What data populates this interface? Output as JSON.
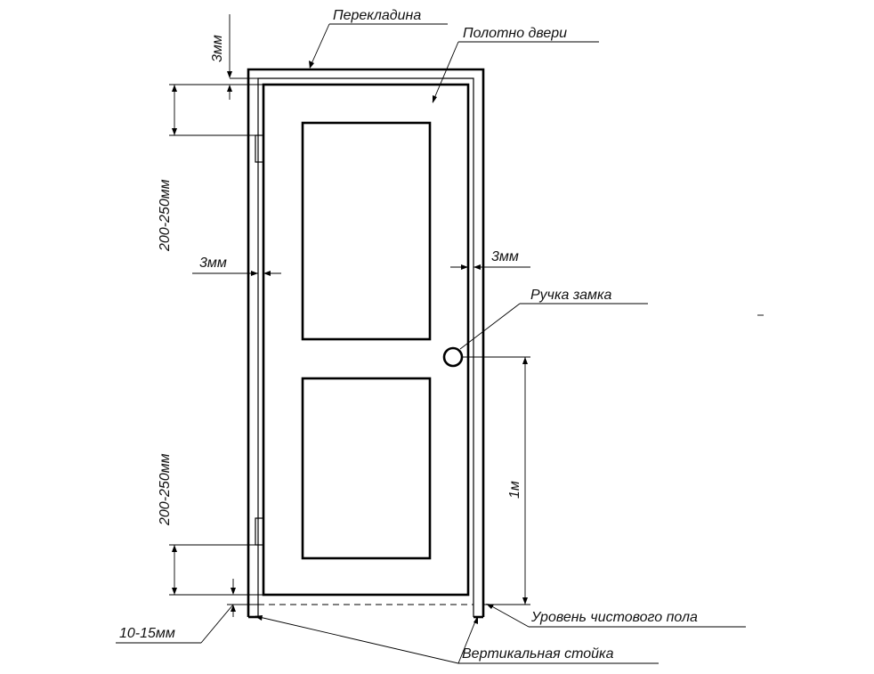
{
  "labels": {
    "perekladina": "Перекладина",
    "polotno": "Полотно двери",
    "gap_top": "3мм",
    "gap_left": "3мм",
    "gap_right": "3мм",
    "hinge_top": "200-250мм",
    "hinge_bottom": "200-250мм",
    "handle": "Ручка замка",
    "handle_height": "1м",
    "floor_gap": "10-15мм",
    "floor_level": "Уровень чистового пола",
    "vertical_post": "Вертикальная стойка"
  }
}
